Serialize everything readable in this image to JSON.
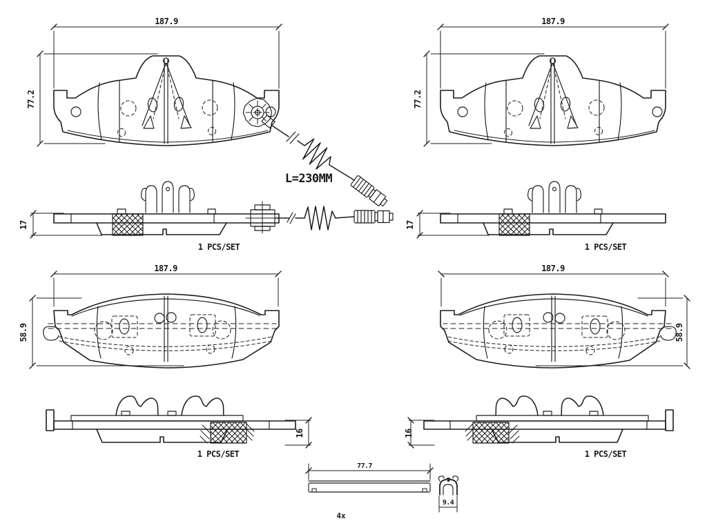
{
  "style": {
    "background": "#ffffff",
    "line_color": "#1b1b1b"
  },
  "views": {
    "front_left": {
      "width": "187.9",
      "height": "77.2"
    },
    "front_right": {
      "width": "187.9",
      "height": "77.2"
    },
    "front_side_left": {
      "thickness": "17",
      "set_note": "1 PCS/SET"
    },
    "front_side_right": {
      "thickness": "17",
      "set_note": "1 PCS/SET"
    },
    "rear_left": {
      "width": "187.9",
      "height": "58.9"
    },
    "rear_right": {
      "width": "187.9",
      "height": "58.9"
    },
    "rear_side_left": {
      "thickness": "16",
      "set_note": "1 PCS/SET"
    },
    "rear_side_right": {
      "thickness": "16",
      "set_note": "1 PCS/SET"
    },
    "wear_sensor": {
      "length_label": "L=230MM"
    },
    "shim": {
      "width": "77.7",
      "section_height": "9.4",
      "quantity_label": "4x"
    }
  }
}
